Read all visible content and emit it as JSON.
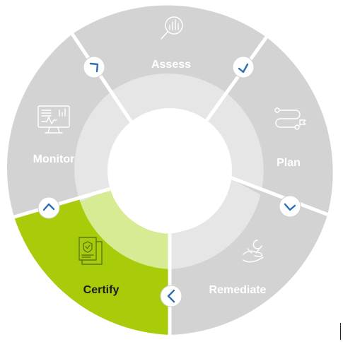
{
  "stages": [
    {
      "key": "assess",
      "label": "Assess",
      "icon": "magnifier-chart-icon",
      "active": false
    },
    {
      "key": "plan",
      "label": "Plan",
      "icon": "route-path-icon",
      "active": false
    },
    {
      "key": "remediate",
      "label": "Remediate",
      "icon": "wrench-hand-icon",
      "active": false
    },
    {
      "key": "certify",
      "label": "Certify",
      "icon": "certificate-scroll-icon",
      "active": true
    },
    {
      "key": "monitor",
      "label": "Monitor",
      "icon": "monitor-dashboard-icon",
      "active": false
    }
  ],
  "colors": {
    "segment": "#d3d3d3",
    "inner_ring": "#e6e6e6",
    "active_segment": "#a8cc0a",
    "active_inner_ring": "#d7eb94",
    "chevron": "#2f6db3",
    "label_light": "#ffffff",
    "label_active": "#1a1a1a"
  }
}
